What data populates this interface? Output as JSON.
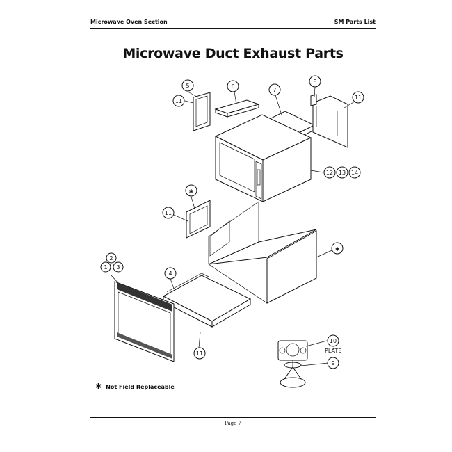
{
  "header": {
    "left": "Microwave Oven Section",
    "right": "SM Parts List"
  },
  "title": "Microwave Duct Exhaust Parts",
  "callouts": {
    "c1": "1",
    "c2": "2",
    "c3": "3",
    "c4": "4",
    "c5": "5",
    "c6": "6",
    "c7": "7",
    "c8": "8",
    "c9": "9",
    "c10": "10",
    "c11a": "11",
    "c11b": "11",
    "c11c": "11",
    "c11d": "11",
    "c12": "12",
    "c13": "13",
    "c14": "14",
    "star1": "✱",
    "star2": "✱"
  },
  "plate_label": "PLATE",
  "legend": {
    "symbol": "✱",
    "text": "Not Field Replaceable"
  },
  "footer": {
    "page": "Page 7"
  }
}
